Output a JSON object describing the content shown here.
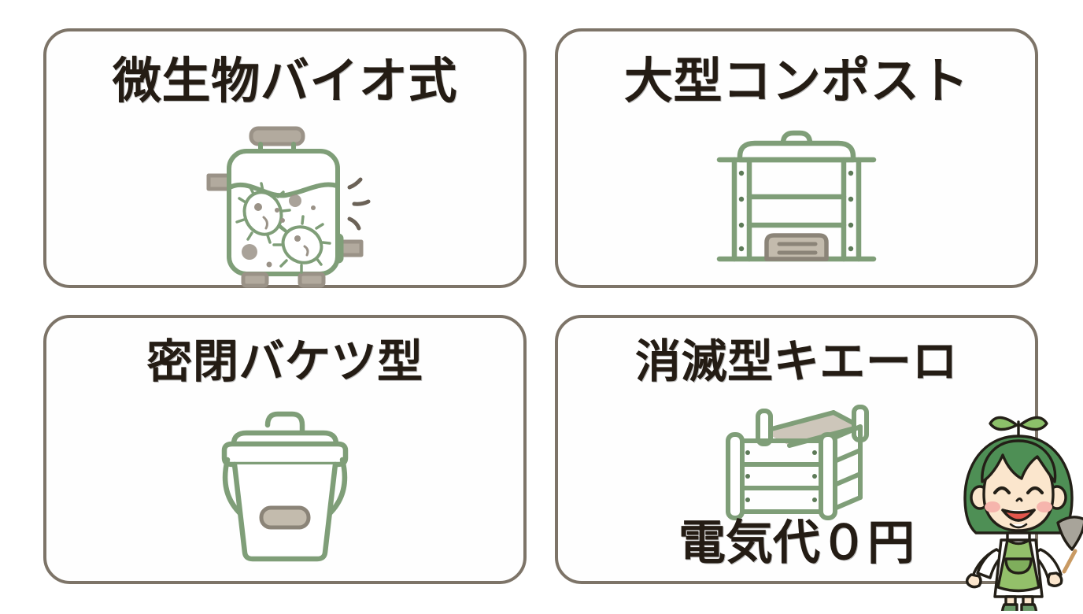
{
  "page": {
    "background_color": "#ffffff",
    "card_border_color": "#7d7468",
    "title_color": "#241c14",
    "icon_green": "#7f9e78",
    "icon_gray": "#9a9287"
  },
  "cards": [
    {
      "id": "microbial-bio",
      "title": "微生物バイオ式",
      "icon_name": "bio-composter-machine-icon",
      "caption": ""
    },
    {
      "id": "large-compost",
      "title": "大型コンポスト",
      "icon_name": "large-compost-bin-icon",
      "caption": ""
    },
    {
      "id": "sealed-bucket",
      "title": "密閉バケツ型",
      "icon_name": "sealed-bucket-icon",
      "caption": ""
    },
    {
      "id": "kiero-box",
      "title": "消滅型キエーロ",
      "icon_name": "wooden-compost-box-icon",
      "caption": "電気代０円"
    }
  ],
  "mascot": {
    "name": "eco-girl-mascot",
    "description": "緑の髪と芽を持つエプロン姿の女の子（スコップを持つ）",
    "hair_color": "#4e8f55",
    "apron_color": "#93c06a",
    "skin_color": "#fbe6cd",
    "boot_color": "#6b9b6a"
  }
}
